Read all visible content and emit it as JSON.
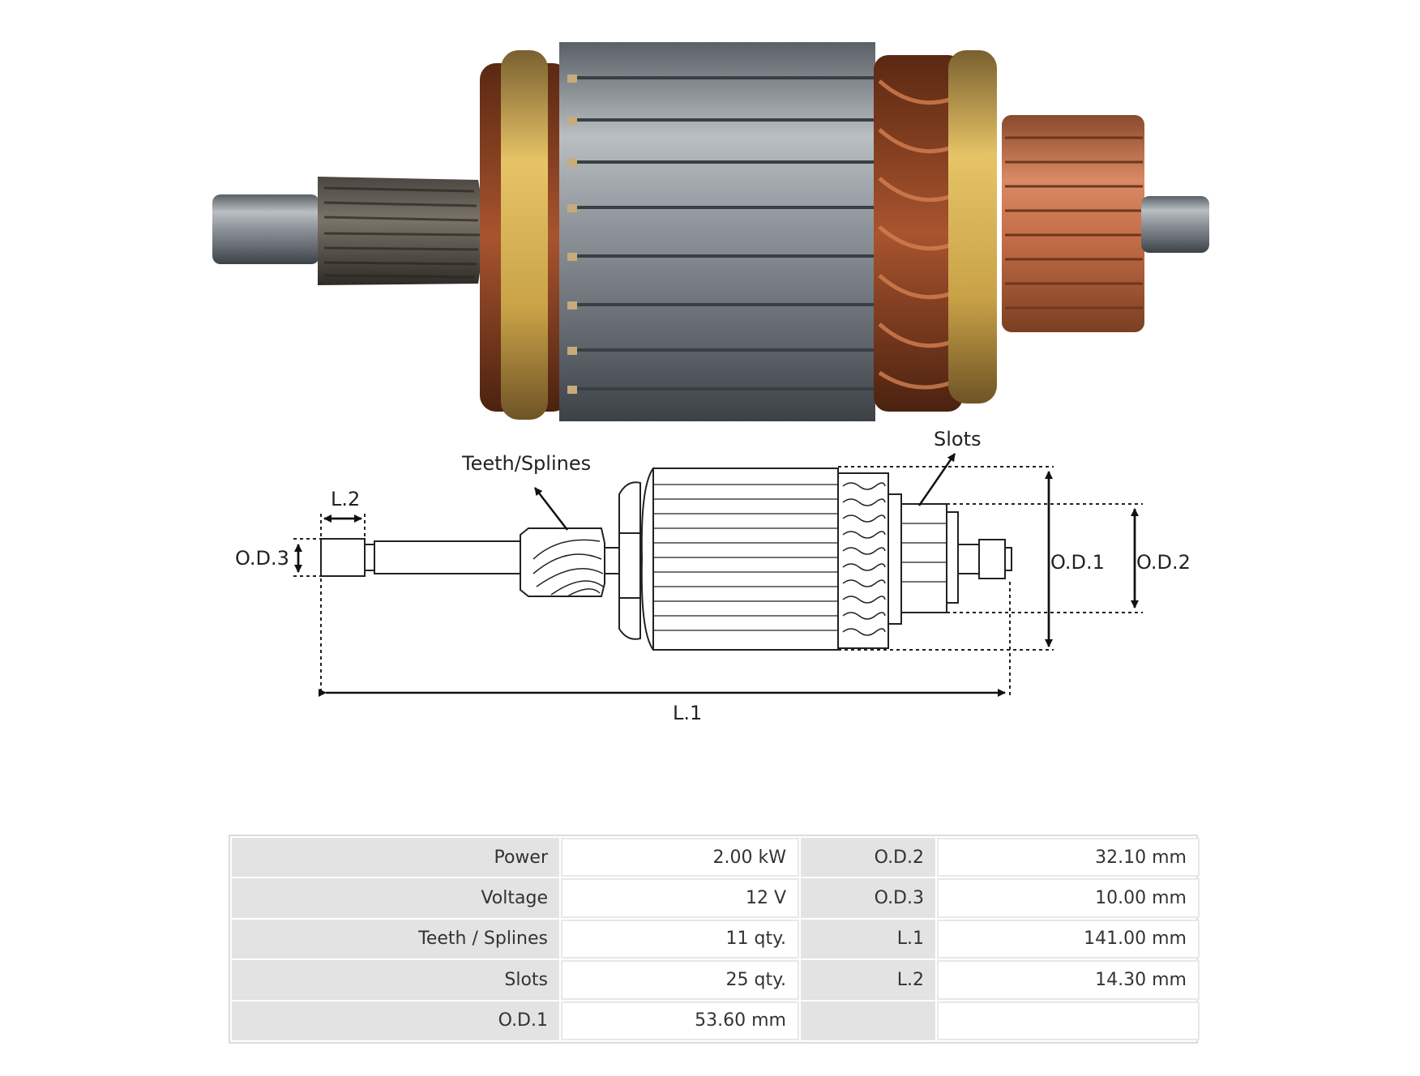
{
  "diagram": {
    "labels": {
      "teeth_splines": "Teeth/Splines",
      "slots": "Slots",
      "l2": "L.2",
      "od3": "O.D.3",
      "od1": "O.D.1",
      "od2": "O.D.2",
      "l1": "L.1"
    }
  },
  "specs": {
    "rows": [
      {
        "label": "Power",
        "value": "2.00 kW",
        "label2": "O.D.2",
        "value2": "32.10 mm"
      },
      {
        "label": "Voltage",
        "value": "12 V",
        "label2": "O.D.3",
        "value2": "10.00 mm"
      },
      {
        "label": "Teeth / Splines",
        "value": "11 qty.",
        "label2": "L.1",
        "value2": "141.00 mm"
      },
      {
        "label": "Slots",
        "value": "25 qty.",
        "label2": "L.2",
        "value2": "14.30 mm"
      },
      {
        "label": "O.D.1",
        "value": "53.60 mm",
        "label2": "",
        "value2": ""
      }
    ]
  },
  "colors": {
    "copper": "#b8633a",
    "steel": "#8a9096",
    "table_label_bg": "#e3e3e3",
    "table_border": "#dcdcdc"
  }
}
